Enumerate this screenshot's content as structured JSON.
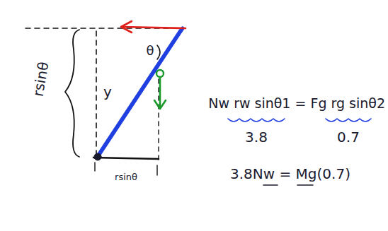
{
  "diagram": {
    "labels": [
      "rsinθ",
      "y",
      "θ",
      "rsinθ",
      "Nw rw sinθ1 = Fg rg sinθ2",
      "3.8",
      "0.7",
      "3.8Nw = Mg(0.7)"
    ]
  }
}
